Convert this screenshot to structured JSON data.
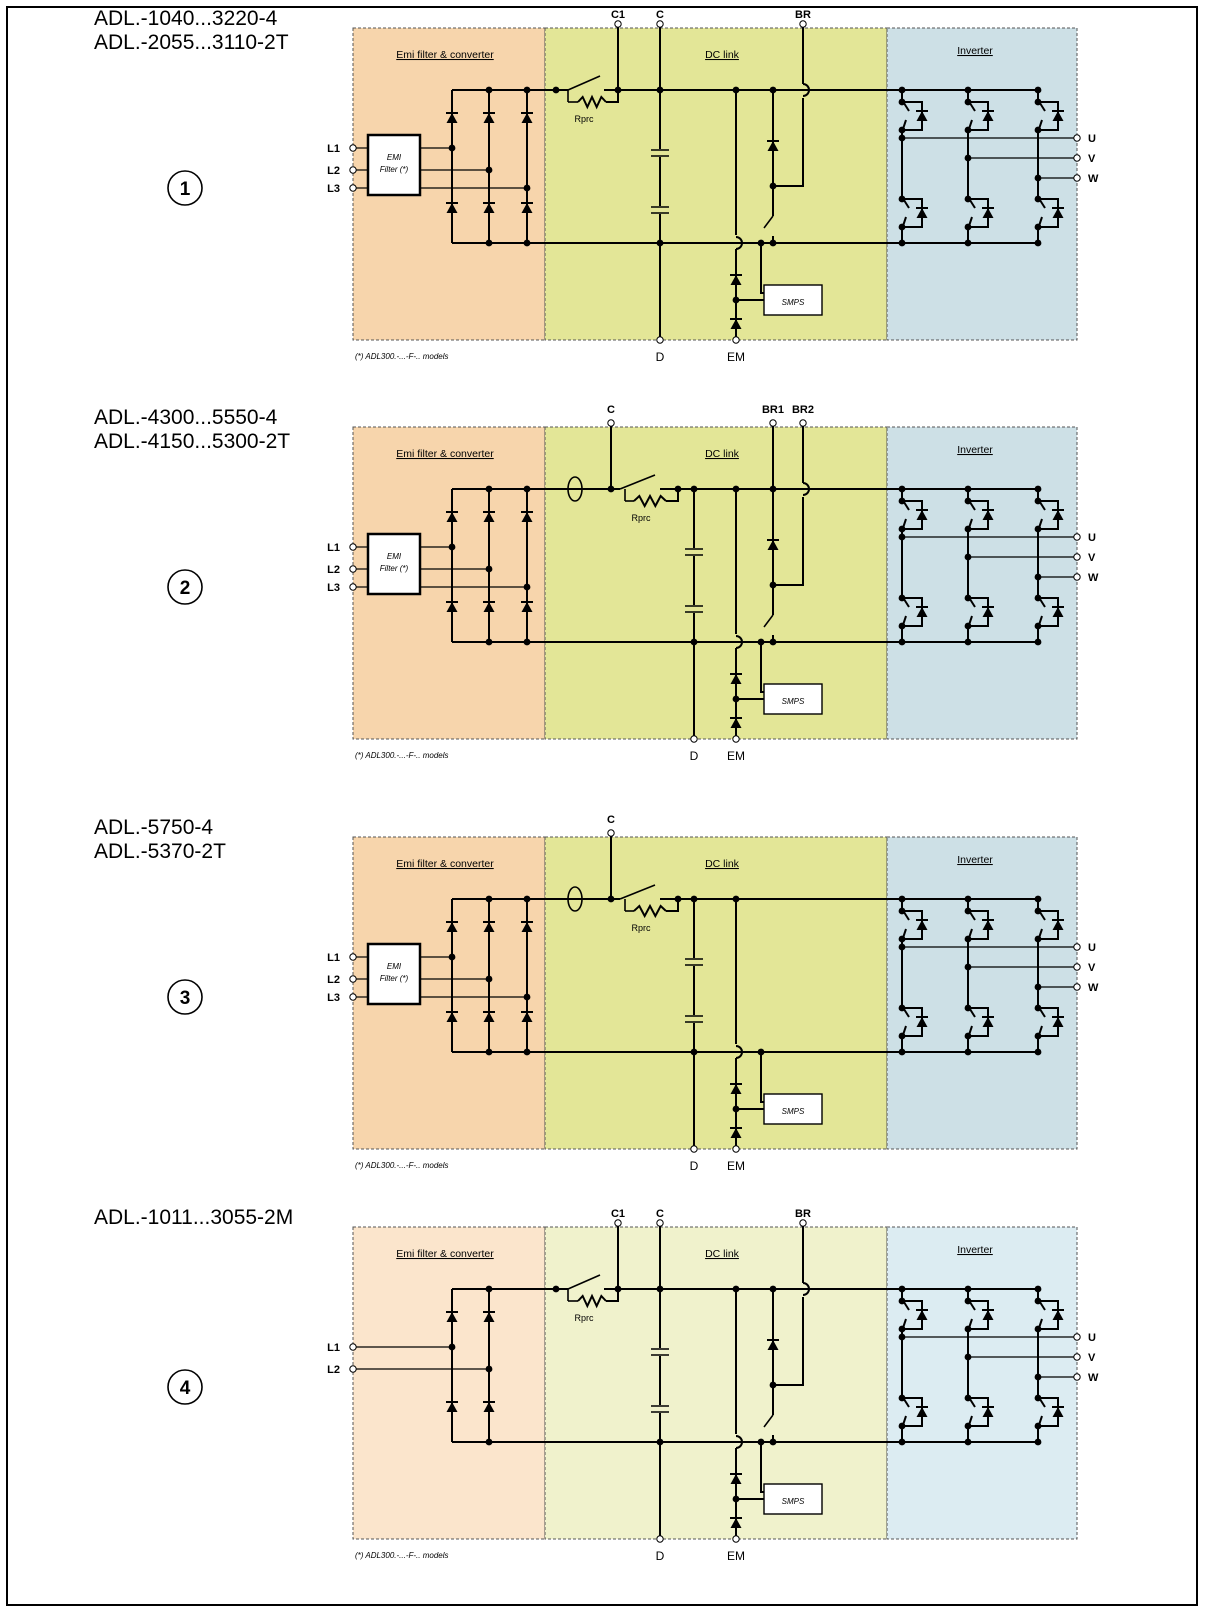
{
  "zones": {
    "emi": "Emi filter & converter",
    "dclink": "DC link",
    "inverter": "Inverter"
  },
  "emi_box": {
    "line1": "EMI",
    "line2": "Filter (*)"
  },
  "footnote": "(*) ADL300.-...-F-.. models",
  "rprc": "Rprc",
  "smps": "SMPS",
  "terminals": {
    "C1": "C1",
    "C": "C",
    "BR": "BR",
    "BR1": "BR1",
    "BR2": "BR2",
    "D": "D",
    "EM": "EM",
    "L1": "L1",
    "L2": "L2",
    "L3": "L3",
    "U": "U",
    "V": "V",
    "W": "W"
  },
  "panels": [
    {
      "id": 1,
      "number": "1",
      "models": [
        "ADL.-1040...3220-4",
        "ADL.-2055...3110-2T"
      ],
      "phases": 3
    },
    {
      "id": 2,
      "number": "2",
      "models": [
        "ADL.-4300...5550-4",
        "ADL.-4150...5300-2T"
      ],
      "phases": 3
    },
    {
      "id": 3,
      "number": "3",
      "models": [
        "ADL.-5750-4",
        "ADL.-5370-2T"
      ],
      "phases": 3
    },
    {
      "id": 4,
      "number": "4",
      "models": [
        "ADL.-1011...3055-2M"
      ],
      "phases": 2
    }
  ],
  "colors": {
    "emi": "#f7d5ac",
    "dclink": "#e3e697",
    "inverter": "#cde0e6",
    "emi_light": "#fbe5cc",
    "dclink_light": "#f0f2cc",
    "inverter_light": "#dcecf2"
  }
}
